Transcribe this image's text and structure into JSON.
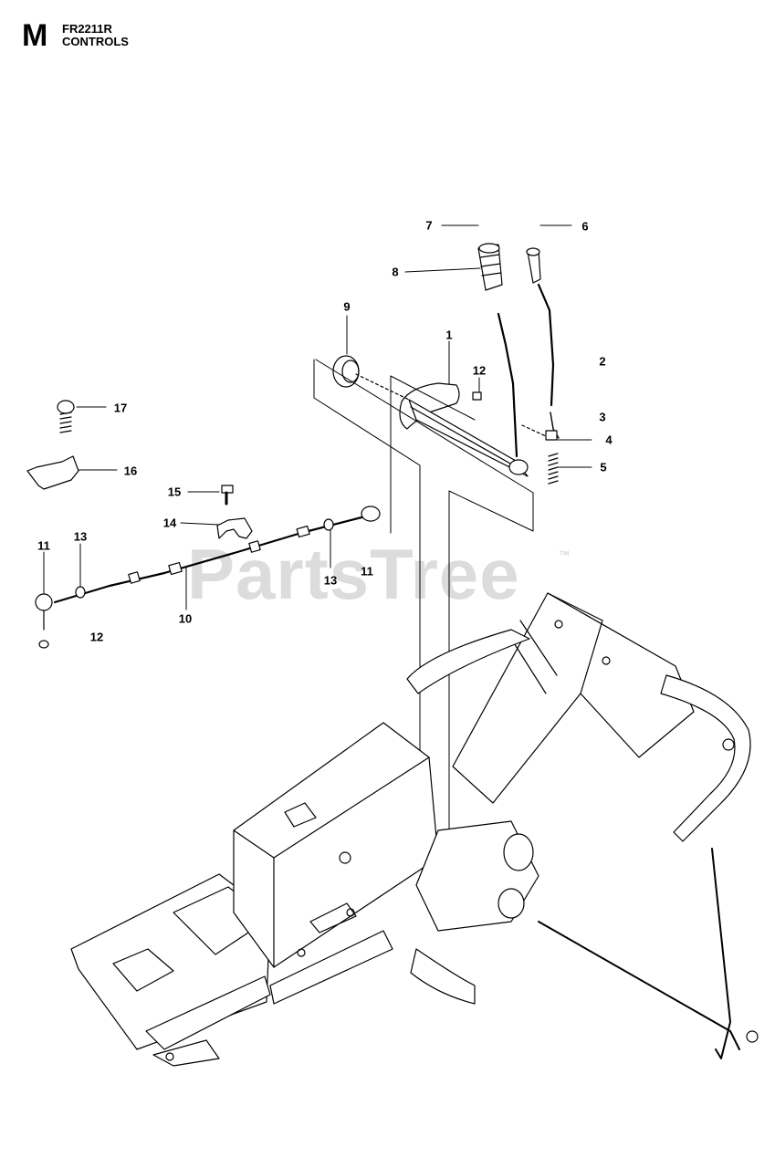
{
  "header": {
    "section_letter": "M",
    "model": "FR2211R",
    "title": "CONTROLS"
  },
  "watermark": {
    "text": "PartsTree",
    "trademark": "™"
  },
  "callouts": {
    "c1": "1",
    "c2": "2",
    "c3": "3",
    "c4": "4",
    "c5": "5",
    "c6": "6",
    "c7": "7",
    "c8": "8",
    "c9": "9",
    "c10": "10",
    "c11a": "11",
    "c11b": "11",
    "c12a": "12",
    "c12b": "12",
    "c13a": "13",
    "c13b": "13",
    "c14": "14",
    "c15": "15",
    "c16": "16",
    "c17": "17"
  }
}
